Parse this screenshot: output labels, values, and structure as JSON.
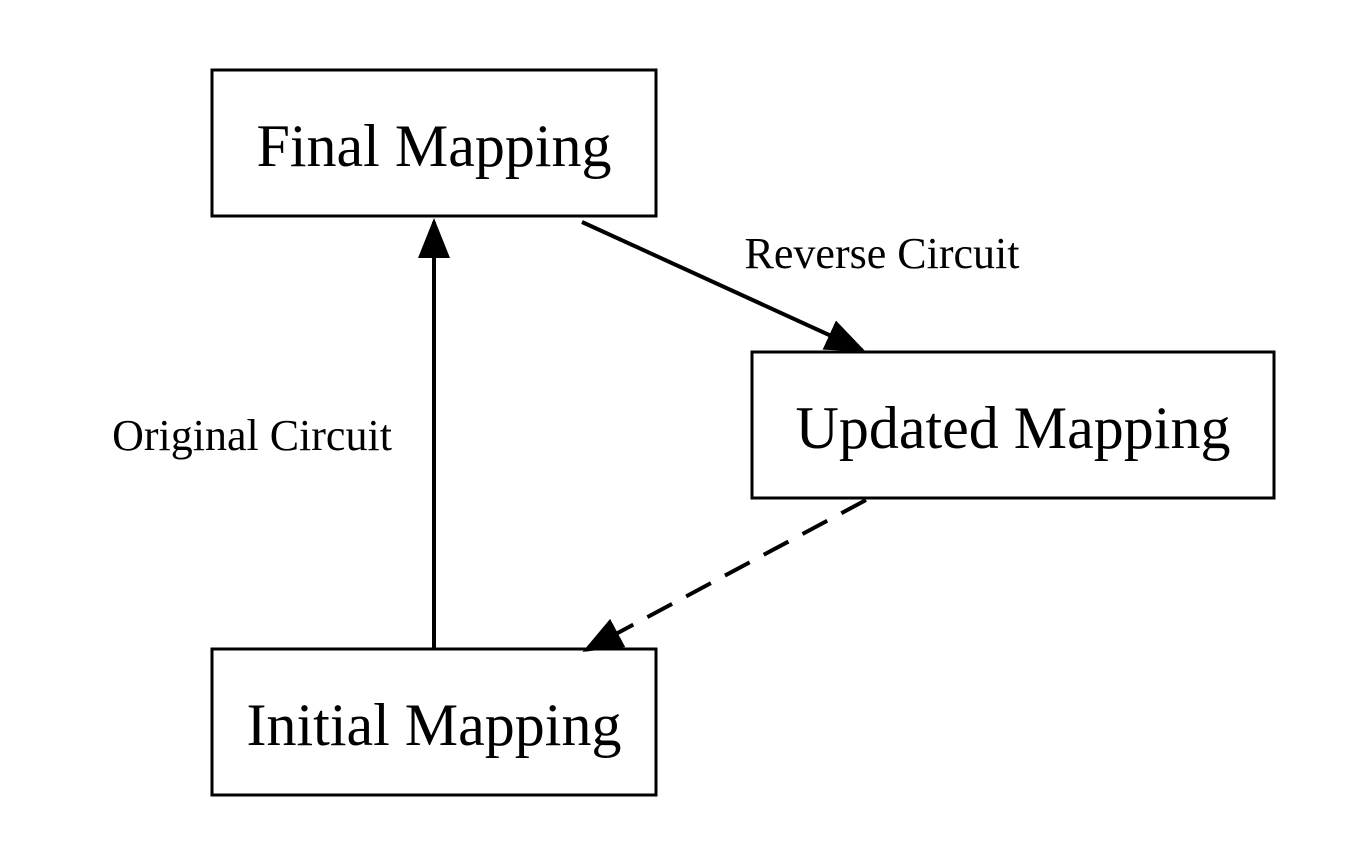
{
  "nodes": {
    "final": {
      "label": "Final Mapping"
    },
    "updated": {
      "label": "Updated Mapping"
    },
    "initial": {
      "label": "Initial Mapping"
    }
  },
  "edges": {
    "original": {
      "label": "Original Circuit",
      "from": "Initial Mapping",
      "to": "Final Mapping",
      "style": "solid"
    },
    "reverse": {
      "label": "Reverse Circuit",
      "from": "Final Mapping",
      "to": "Updated Mapping",
      "style": "solid"
    },
    "return": {
      "from": "Updated Mapping",
      "to": "Initial Mapping",
      "style": "dashed"
    }
  },
  "colors": {
    "stroke": "#000000",
    "background": "#ffffff"
  }
}
